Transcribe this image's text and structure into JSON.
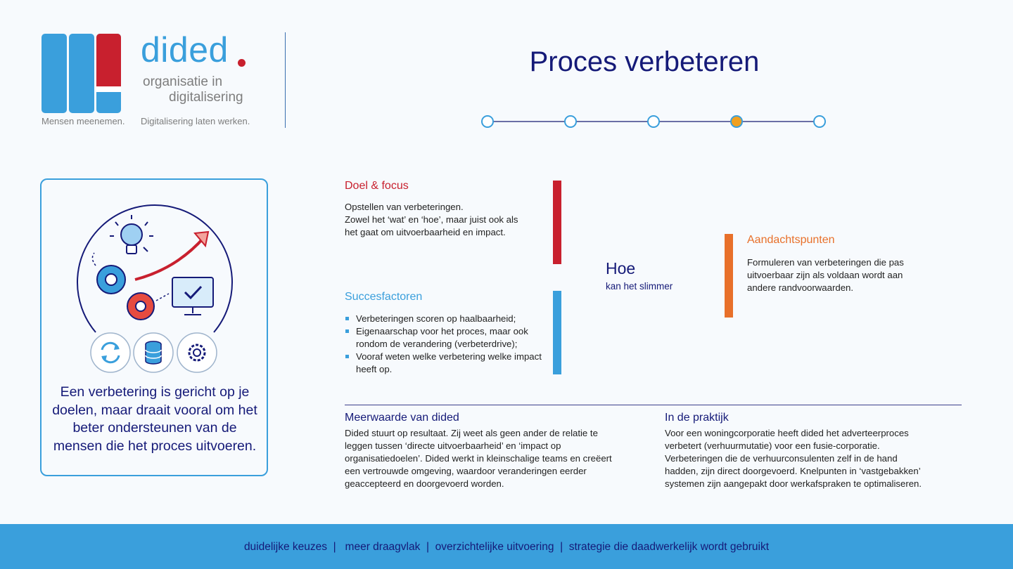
{
  "brand": {
    "name": "dided",
    "subtitle_line1": "organisatie in",
    "subtitle_line2": "digitalisering",
    "tagline_left": "Mensen meenemen.",
    "tagline_right": "Digitalisering laten werken.",
    "colors": {
      "blue": "#3a9fdc",
      "red": "#c8202e",
      "navy": "#151a78",
      "orange": "#e8702a"
    }
  },
  "header": {
    "title": "Proces verbeteren",
    "progress": {
      "total_steps": 5,
      "active_step": 4
    }
  },
  "card": {
    "illustration_icons": [
      "lightbulb-icon",
      "gear-icon",
      "trend-arrow-icon",
      "monitor-check-icon",
      "refresh-icon",
      "database-icon",
      "settings-icon"
    ],
    "text": "Een verbetering is gericht op je doelen, maar draait vooral om het beter ondersteunen van de mensen die het proces uitvoeren."
  },
  "doel": {
    "heading": "Doel & focus",
    "line1": "Opstellen van verbeteringen.",
    "line2": "Zowel het ‘wat’ en ‘hoe’, maar juist ook als",
    "line3": "het gaat om uitvoerbaarheid en impact."
  },
  "succes": {
    "heading": "Succesfactoren",
    "items": [
      "Verbeteringen scoren op haalbaarheid;",
      "Eigenaarschap voor het proces, maar ook rondom de verandering (verbeterdrive);",
      "Vooraf weten welke verbetering welke impact heeft op."
    ]
  },
  "hoe": {
    "title": "Hoe",
    "subtitle": "kan het slimmer"
  },
  "aandacht": {
    "heading": "Aandachtspunten",
    "line1": "Formuleren van verbeteringen die pas",
    "line2": "uitvoerbaar zijn als voldaan wordt aan",
    "line3": "andere randvoorwaarden."
  },
  "meerwaarde": {
    "heading": "Meerwaarde van dided",
    "lines": [
      "Dided stuurt op resultaat. Zij weet als geen ander de relatie te",
      "leggen tussen ‘directe uitvoerbaarheid’ en ‘impact op",
      "organisatiedoelen’. Dided werkt in kleinschalige teams en creëert",
      "een vertrouwde omgeving, waardoor veranderingen eerder",
      "geaccepteerd en doorgevoerd worden."
    ]
  },
  "praktijk": {
    "heading": "In de praktijk",
    "lines": [
      "Voor een woningcorporatie heeft dided het adverteerproces",
      "verbetert (verhuurmutatie) voor een fusie-corporatie.",
      "Verbeteringen die de verhuurconsulenten zelf in de hand",
      "hadden, zijn direct doorgevoerd. Knelpunten in ‘vastgebakken’",
      "systemen zijn aangepakt door werkafspraken te optimaliseren."
    ]
  },
  "footer": {
    "text": "duidelijke keuzes  |   meer draagvlak  |  overzichtelijke uitvoering  |  strategie die daadwerkelijk wordt gebruikt"
  }
}
